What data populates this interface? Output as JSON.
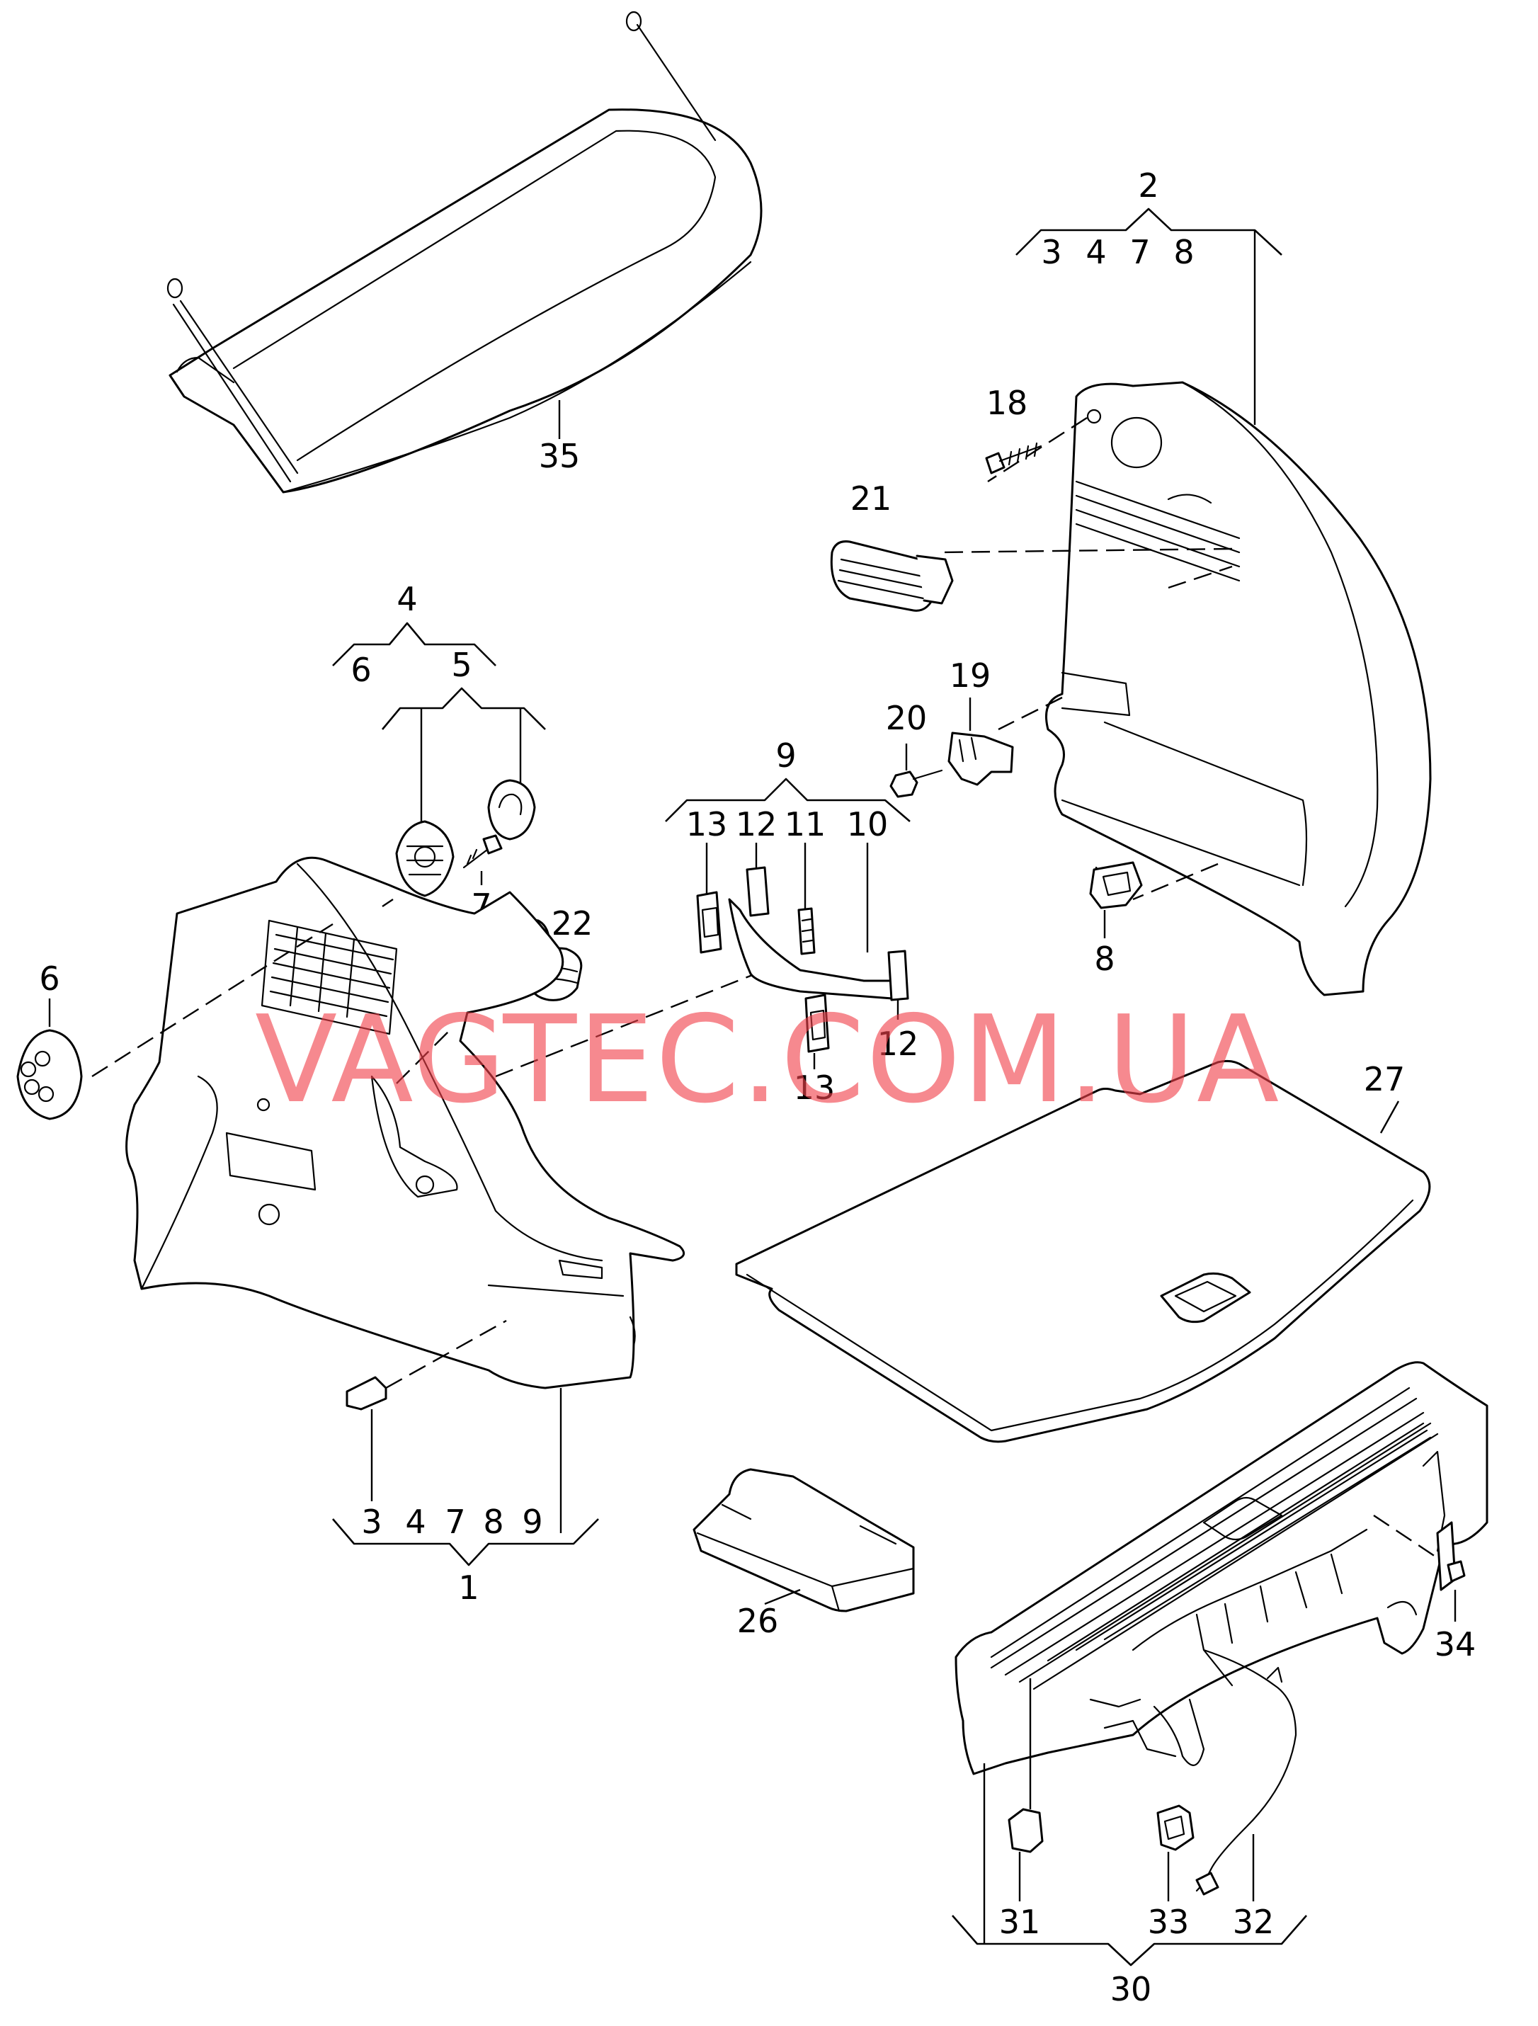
{
  "watermark": "VAGTEC.COM.UA",
  "labels": {
    "p1": "1",
    "p2": "2",
    "p4": "4",
    "p5": "5",
    "p9": "9",
    "p30": "30",
    "g1": [
      "3",
      "4",
      "7",
      "8",
      "9"
    ],
    "g2": [
      "3",
      "4",
      "7",
      "8"
    ],
    "g4": "6",
    "g9": [
      "13",
      "12",
      "11",
      "10"
    ],
    "p6": "6",
    "p7": "7",
    "p8": "8",
    "p12b": "12",
    "p13b": "13",
    "p18": "18",
    "p19": "19",
    "p20": "20",
    "p21": "21",
    "p22": "22",
    "p26": "26",
    "p27": "27",
    "p31": "31",
    "p32": "32",
    "p33": "33",
    "p34": "34",
    "p35": "35"
  }
}
